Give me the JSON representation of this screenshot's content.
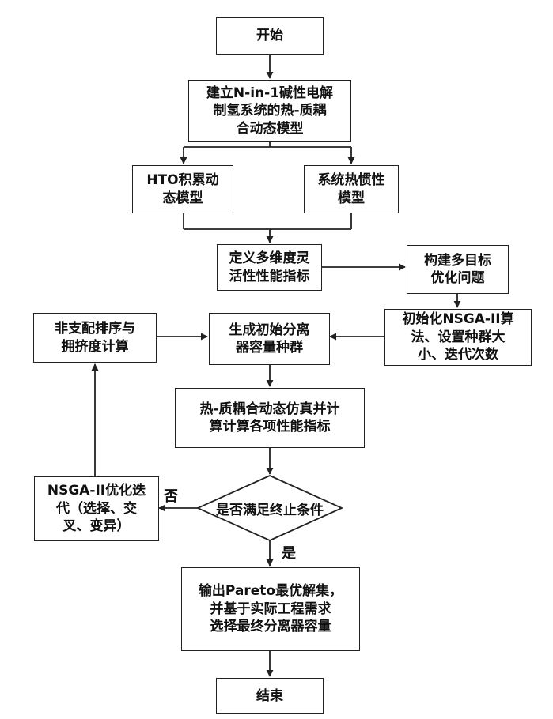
{
  "nodes": {
    "start": [
      "开始"
    ],
    "build_model": [
      "建立N-in-1碱性电解",
      "制氢系统的热-质耦",
      "合动态模型"
    ],
    "hto_model": [
      "HTO积累动",
      "态模型"
    ],
    "thermal_inertia": [
      "系统热惯性",
      "模型"
    ],
    "define_metrics": [
      "定义多维度灵",
      "活性性能指标"
    ],
    "build_problem": [
      "构建多目标",
      "优化问题"
    ],
    "init_nsga": [
      "初始化NSGA-II算",
      "法、设置种群大",
      "小、迭代次数"
    ],
    "gen_population": [
      "生成初始分离",
      "器容量种群"
    ],
    "nondominated": [
      "非支配排序与",
      "拥挤度计算"
    ],
    "simulate": [
      "热-质耦合动态仿真并计",
      "算计算各项性能指标"
    ],
    "decision": [
      "是否满足终止条件"
    ],
    "nsga_iterate": [
      "NSGA-II优化迭",
      "代（选择、交",
      "叉、变异）"
    ],
    "output": [
      "输出Pareto最优解集，",
      "并基于实际工程需求",
      "选择最终分离器容量"
    ],
    "end": [
      "结束"
    ]
  },
  "edge_labels": {
    "no": "否",
    "yes": "是"
  }
}
